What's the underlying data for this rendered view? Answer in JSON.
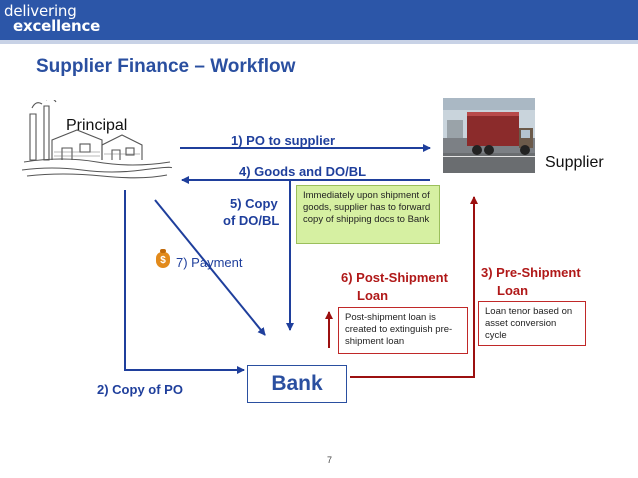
{
  "header": {
    "logo_line1": "delivering",
    "logo_line2": "excellence",
    "bar_color": "#2c56a8"
  },
  "title": "Supplier Finance – Workflow",
  "parties": {
    "principal": "Principal",
    "supplier": "Supplier",
    "bank": "Bank"
  },
  "steps": {
    "s1": "1) PO to supplier",
    "s2": "2) Copy of PO",
    "s3_line1": "3) Pre-Shipment",
    "s3_line2": "Loan",
    "s4": "4) Goods and DO/BL",
    "s5_line1": "5) Copy",
    "s5_line2": "of DO/BL",
    "s6_line1": "6) Post-Shipment",
    "s6_line2": "Loan",
    "s7": "7) Payment"
  },
  "notes": {
    "shipment": "Immediately upon shipment of goods, supplier has to forward copy of shipping docs to Bank",
    "post_shipment": "Post-shipment loan is created to extinguish pre-shipment loan",
    "pre_shipment": "Loan tenor based on asset conversion cycle"
  },
  "icons": {
    "factory": "factory-icon",
    "truck": "truck-icon",
    "payment": "money-bag-icon"
  },
  "colors": {
    "blue_flow": "#1f3f9c",
    "red_flow": "#9c1010",
    "green_note": "#d6f0a2"
  },
  "page_number": "7"
}
